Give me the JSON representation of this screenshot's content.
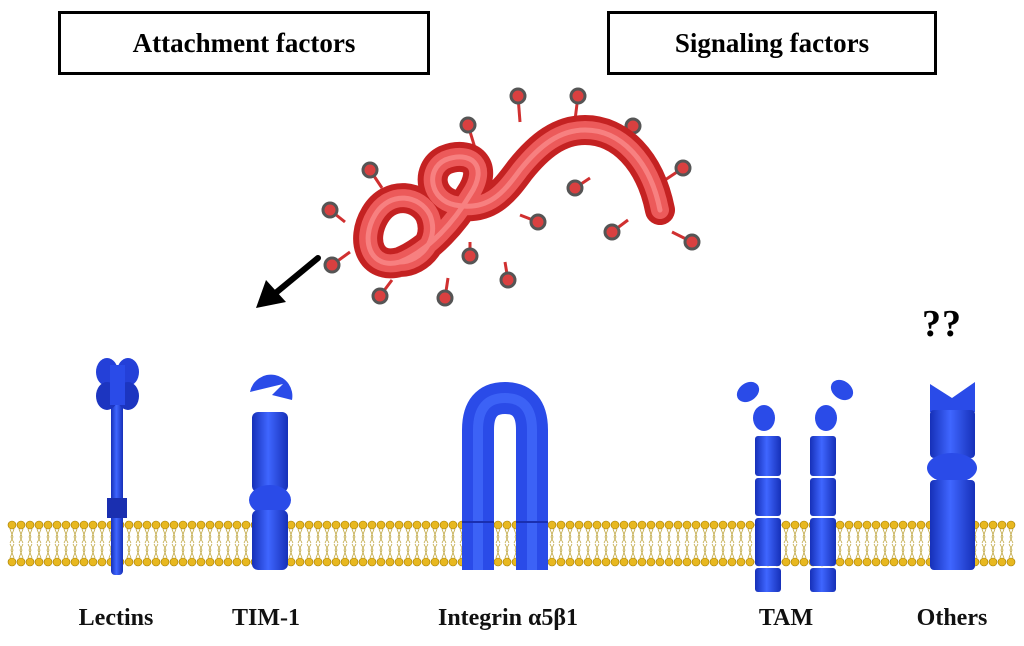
{
  "headers": {
    "attachment": "Attachment factors",
    "signaling": "Signaling factors"
  },
  "receptors": {
    "lectins": "Lectins",
    "tim1": "TIM-1",
    "integrin": "Integrin α5β1",
    "tam": "TAM",
    "others": "Others"
  },
  "unknown_marker": "??",
  "colors": {
    "receptor": "#2a4be8",
    "receptor_dark": "#1a2fb0",
    "virus": "#e03a3a",
    "membrane_head": "#e8b820",
    "arrow": "#000000"
  }
}
